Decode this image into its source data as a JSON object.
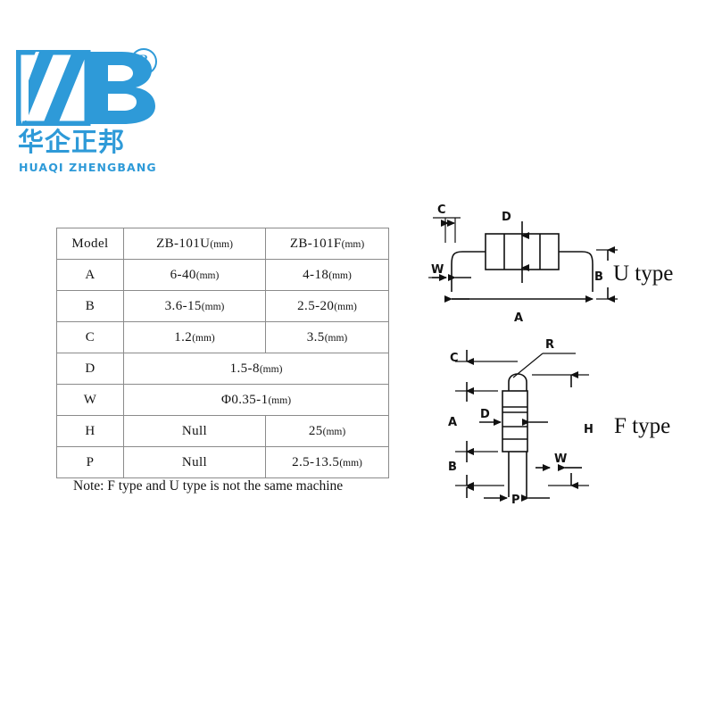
{
  "logo": {
    "registered_mark": "R",
    "chinese_name": "华企正邦",
    "english_name": "HUAQI ZHENGBANG",
    "brand_color": "#2e9ad8",
    "mark_letters": "ZB"
  },
  "table": {
    "headers": {
      "model": "Model",
      "col_u": "ZB-101U",
      "col_u_unit": "(mm)",
      "col_f": "ZB-101F",
      "col_f_unit": "(mm)"
    },
    "rows": [
      {
        "label": "A",
        "merged": false,
        "u_value": "6-40",
        "u_unit": "(mm)",
        "f_value": "4-18",
        "f_unit": "(mm)"
      },
      {
        "label": "B",
        "merged": false,
        "u_value": "3.6-15",
        "u_unit": "(mm)",
        "f_value": "2.5-20",
        "f_unit": "(mm)"
      },
      {
        "label": "C",
        "merged": false,
        "u_value": "1.2",
        "u_unit": "(mm)",
        "f_value": "3.5",
        "f_unit": "(mm)"
      },
      {
        "label": "D",
        "merged": true,
        "value": "1.5-8",
        "unit": "(mm)"
      },
      {
        "label": "W",
        "merged": true,
        "value": "Φ0.35-1",
        "unit": "(mm)"
      },
      {
        "label": "H",
        "merged": false,
        "u_value": "Null",
        "u_unit": "",
        "f_value": "25",
        "f_unit": "(mm)"
      },
      {
        "label": "P",
        "merged": false,
        "u_value": "Null",
        "u_unit": "",
        "f_value": "2.5-13.5",
        "f_unit": "(mm)"
      }
    ],
    "note": "Note: F type and U type is not the same machine"
  },
  "diagram_u": {
    "title": "U type",
    "dimensions": {
      "c": "C",
      "d": "D",
      "w": "W",
      "a": "A",
      "b": "B"
    }
  },
  "diagram_f": {
    "title": "F type",
    "dimensions": {
      "c": "C",
      "a": "A",
      "b": "B",
      "d": "D",
      "w": "W",
      "h": "H",
      "p": "P",
      "r": "R"
    }
  }
}
